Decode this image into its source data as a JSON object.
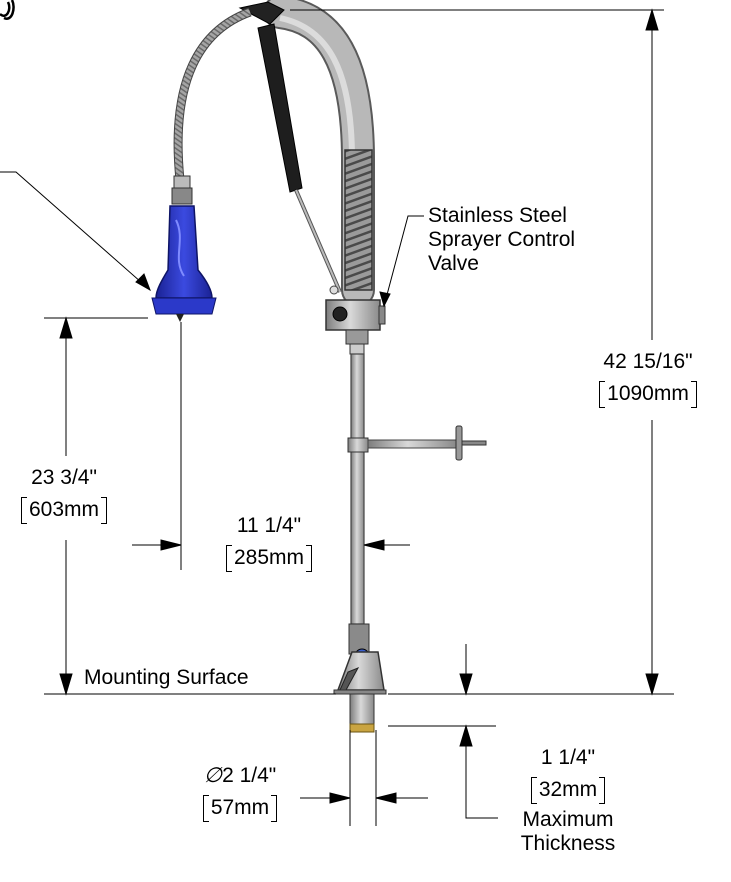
{
  "labels": {
    "valve": [
      "Stainless Steel",
      "Sprayer Control",
      "Valve"
    ],
    "mounting_surface": "Mounting Surface",
    "max_thickness": [
      "Maximum",
      "Thickness"
    ]
  },
  "dimensions": {
    "overall_height": {
      "imperial": "42 15/16\"",
      "metric": "1090mm"
    },
    "spray_height": {
      "imperial": "23 3/4\"",
      "metric": "603mm"
    },
    "reach": {
      "imperial": "11 1/4\"",
      "metric": "285mm"
    },
    "hole_diameter": {
      "symbol": "∅",
      "imperial": "2 1/4\"",
      "metric": "57mm"
    },
    "thickness": {
      "imperial": "1 1/4\"",
      "metric": "32mm"
    }
  },
  "colors": {
    "sprayer_blue": "#2b39c9",
    "steel": "#a9a9a9",
    "hose": "#8f8f8f",
    "ink": "#000000"
  }
}
